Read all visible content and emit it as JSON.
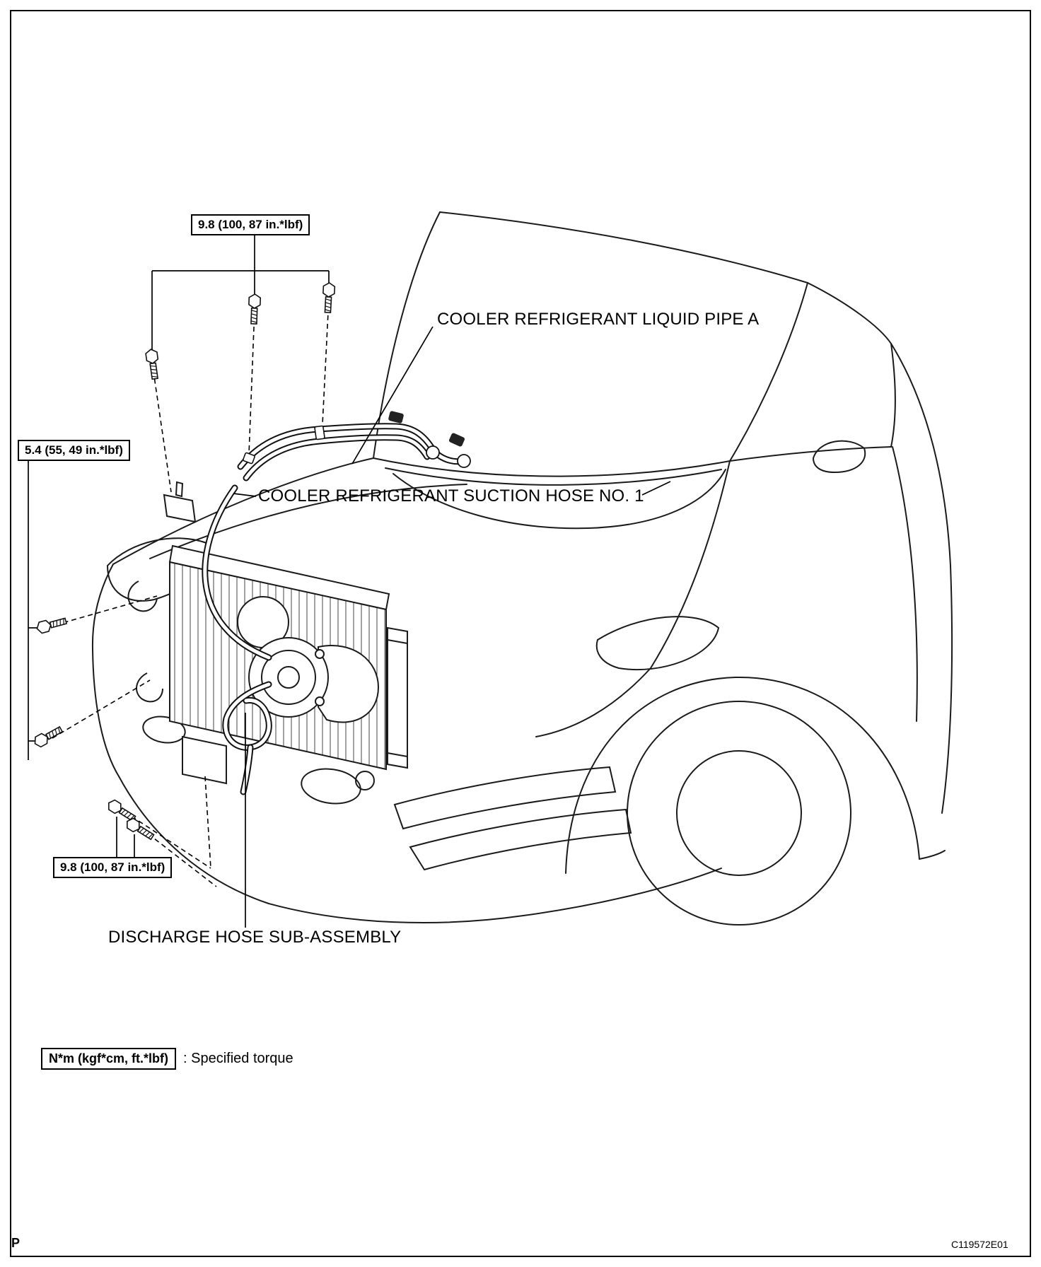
{
  "page": {
    "page_letter": "P",
    "doc_code": "C119572E01"
  },
  "torque_specs": {
    "top": "9.8 (100, 87 in.*lbf)",
    "left": "5.4 (55, 49 in.*lbf)",
    "bottom": "9.8 (100, 87 in.*lbf)"
  },
  "labels": {
    "liquid_pipe": "COOLER REFRIGERANT LIQUID PIPE A",
    "suction_hose": "COOLER REFRIGERANT SUCTION HOSE NO. 1",
    "discharge_hose": "DISCHARGE HOSE SUB-ASSEMBLY"
  },
  "legend": {
    "symbol": "N*m (kgf*cm, ft.*lbf)",
    "description": ": Specified torque"
  },
  "colors": {
    "line": "#1a1a1a",
    "background": "#ffffff"
  }
}
